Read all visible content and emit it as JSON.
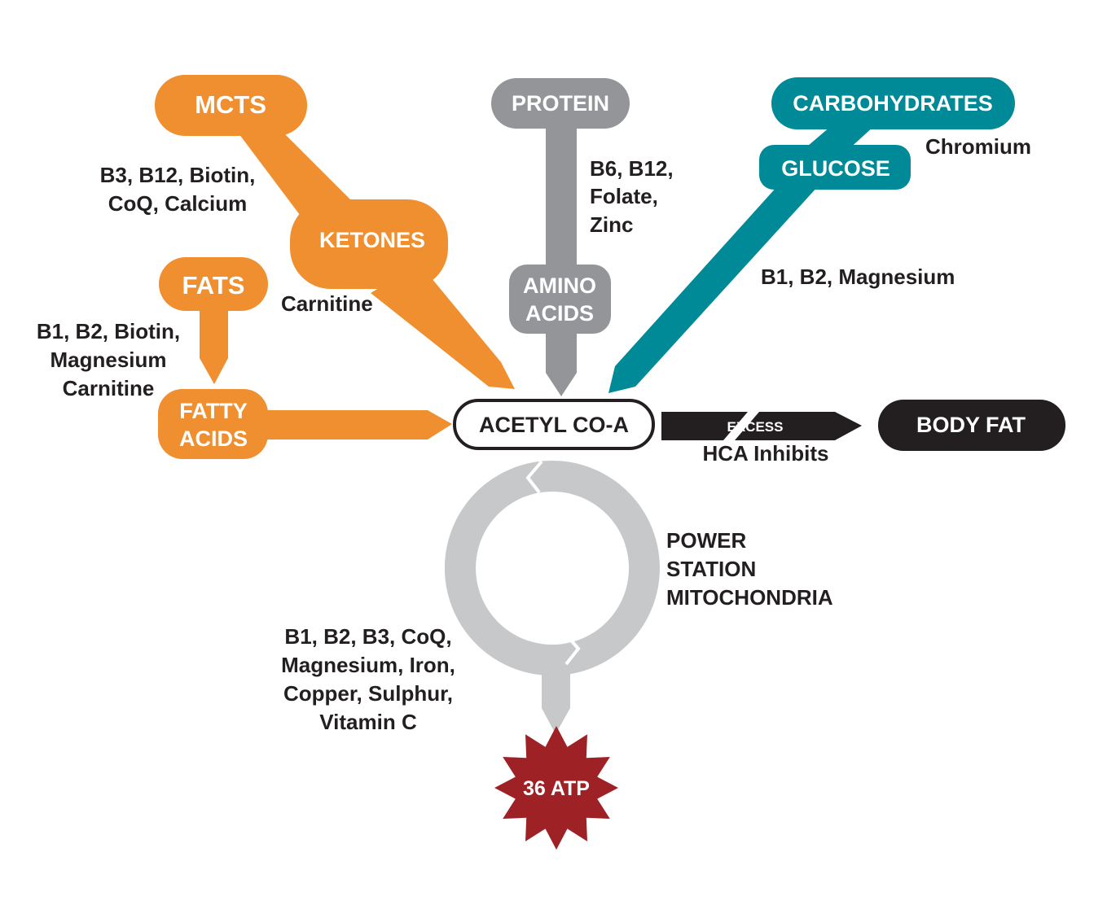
{
  "colors": {
    "fat_orange": "#ef8f30",
    "protein_gray": "#939598",
    "carb_teal": "#008996",
    "cycle_gray": "#c7c8ca",
    "dark": "#231f20",
    "atp_red": "#9e2126",
    "white": "#ffffff"
  },
  "nodes": {
    "mcts": "MCTS",
    "ketones": "KETONES",
    "fats": "FATS",
    "fatty_acids": [
      "FATTY",
      "ACIDS"
    ],
    "protein": "PROTEIN",
    "amino_acids": [
      "AMINO",
      "ACIDS"
    ],
    "carbohydrates": "CARBOHYDRATES",
    "glucose": "GLUCOSE",
    "acetyl_coa": "ACETYL CO-A",
    "body_fat": "BODY FAT",
    "atp": "36 ATP"
  },
  "arrows": {
    "excess": "EXCESS"
  },
  "notes": {
    "mcts_to_ketones": [
      "B3, B12, Biotin,",
      "CoQ, Calcium"
    ],
    "ketones_to_acetyl": "Carnitine",
    "fats_to_fatty_acids": [
      "B1, B2, Biotin,",
      "Magnesium",
      "Carnitine"
    ],
    "protein_to_amino": [
      "B6, B12,",
      "Folate,",
      "Zinc"
    ],
    "carbs_to_glucose": "Chromium",
    "glucose_to_acetyl": "B1, B2, Magnesium",
    "excess_inhibitor": "HCA Inhibits",
    "mitochondria": [
      "POWER",
      "STATION",
      "MITOCHONDRIA"
    ],
    "cycle_cofactors": [
      "B1, B2, B3, CoQ,",
      "Magnesium, Iron,",
      "Copper, Sulphur,",
      "Vitamin C"
    ]
  }
}
